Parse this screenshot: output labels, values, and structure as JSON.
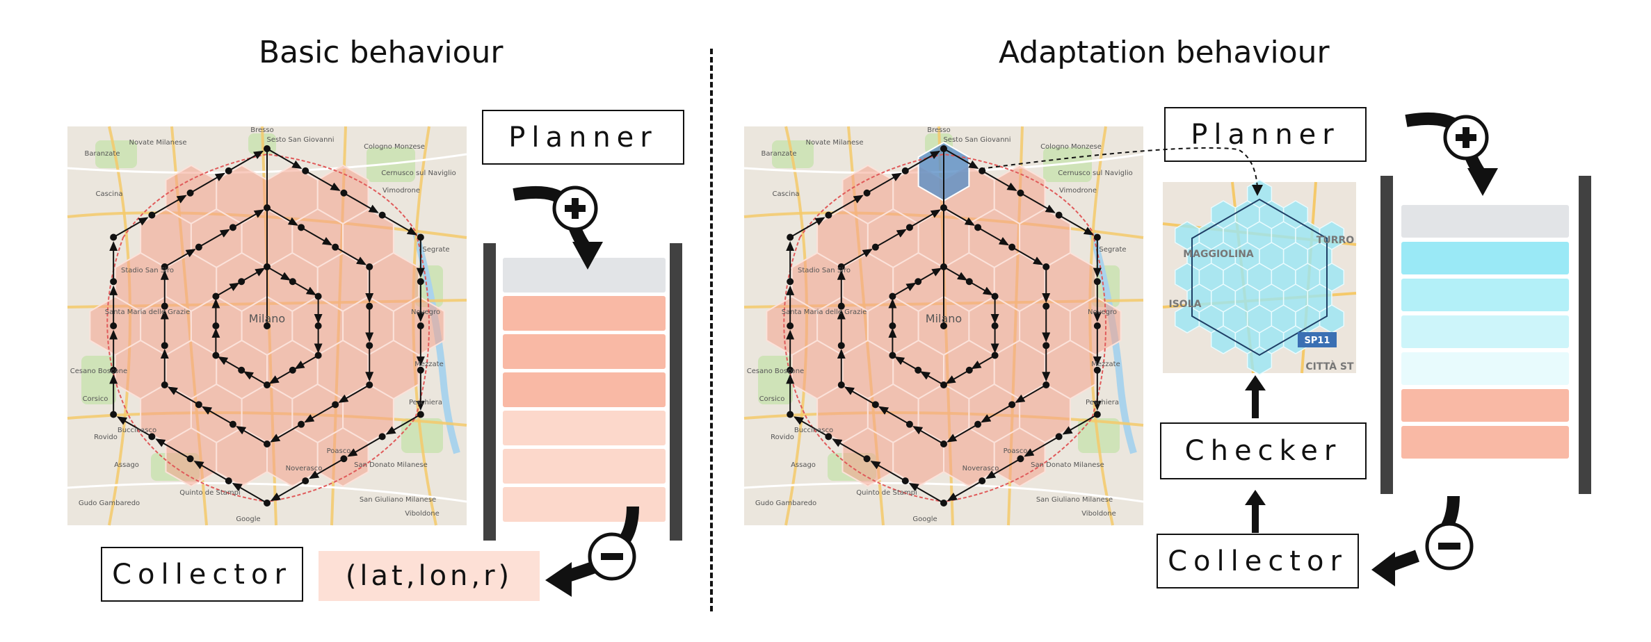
{
  "left": {
    "title": "Basic behaviour",
    "planner_label": "Planner",
    "collector_label": "Collector",
    "tuple_label": "(lat,lon,r)",
    "queue_colors": [
      "#e2e4e7",
      "#f9b9a5",
      "#f9b9a5",
      "#f9b9a5",
      "#fcd8cb",
      "#fcd8cb",
      "#fcd8cb"
    ]
  },
  "right": {
    "title": "Adaptation behaviour",
    "planner_label": "Planner",
    "checker_label": "Checker",
    "collector_label": "Collector",
    "queue_colors": [
      "#e2e4e7",
      "#9ae9f6",
      "#b3f0f8",
      "#cdf5fa",
      "#e8fbfd",
      "#f9b9a5",
      "#f9b9a5"
    ]
  },
  "map_labels": [
    "Milano",
    "Sesto San Giovanni",
    "Novate Milanese",
    "Baranzate",
    "Cologno Monzese",
    "Cernusco sul Naviglio",
    "Vimodrone",
    "Cascina",
    "Segrate",
    "Novegro",
    "Mezzate",
    "Peschiera",
    "Corsico",
    "Cesano Boscone",
    "Rovido",
    "Buccinasco",
    "Assago",
    "San Donato Milanese",
    "Quinto de Stampi",
    "Gudo Gambaredo",
    "Noverasco",
    "Poasco",
    "San Giuliano Milanese",
    "Viboldone",
    "Stadio San Siro",
    "Santa Maria delle Grazie",
    "Bresso",
    "Google"
  ],
  "zoom_labels": [
    "MAGGIOLINA",
    "ISOLA",
    "TURRO",
    "SP11",
    "CITTÀ ST"
  ],
  "icons": {
    "plus": "plus-circle-icon",
    "minus": "minus-circle-icon",
    "arrow": "curved-arrow-icon"
  }
}
